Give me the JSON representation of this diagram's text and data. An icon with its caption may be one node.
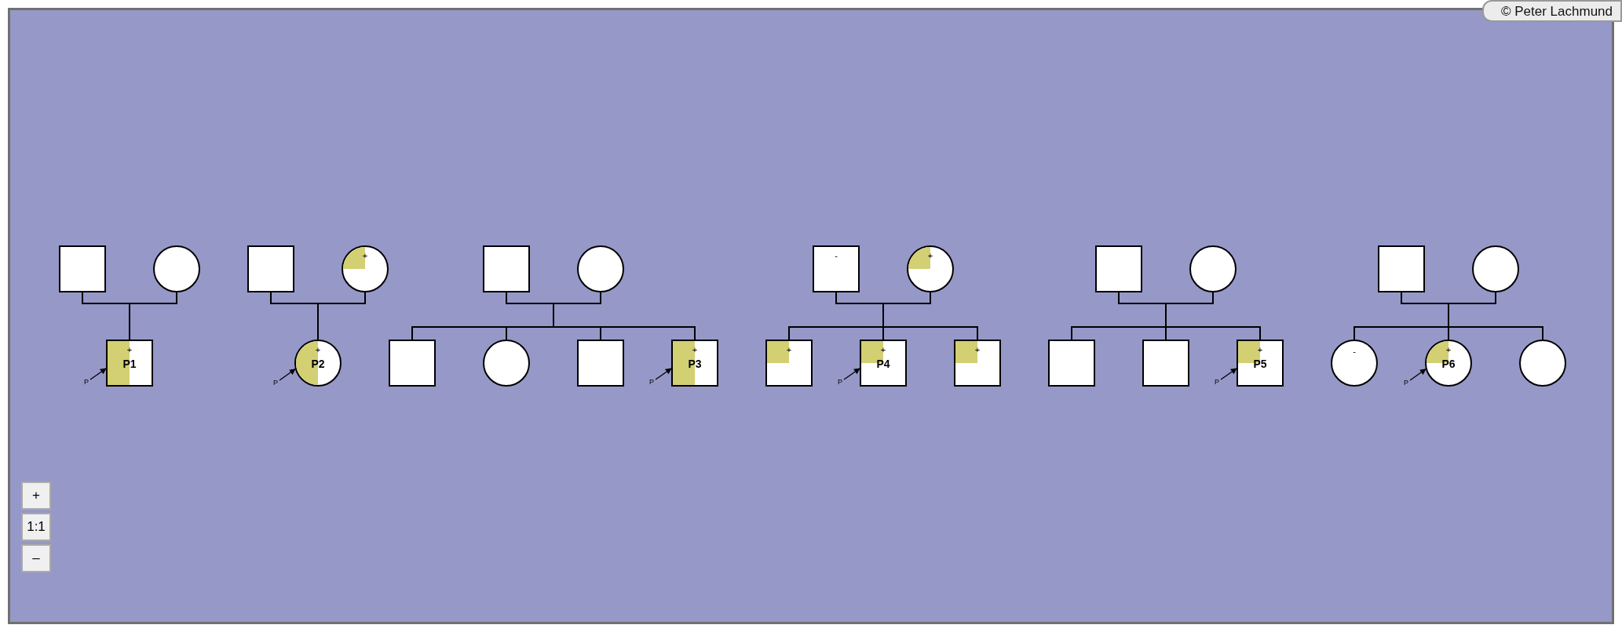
{
  "diagram": {
    "nodes": [
      {
        "text": [],
        "shape": "box"
      },
      {
        "text": [],
        "shape": "circle"
      },
      {
        "text": [
          "+",
          "P1"
        ]
      },
      {
        "text": [
          "P"
        ]
      },
      {
        "text": [],
        "shape": "box"
      },
      {
        "text": [
          "+"
        ]
      },
      {
        "text": [
          "+",
          "P2"
        ]
      },
      {
        "text": [
          "P"
        ]
      },
      {
        "text": [],
        "shape": "box"
      },
      {
        "text": [],
        "shape": "circle"
      },
      {
        "text": [],
        "shape": "box"
      },
      {
        "text": [],
        "shape": "circle"
      },
      {
        "text": [],
        "shape": "box"
      },
      {
        "text": [
          "+",
          "P3"
        ]
      },
      {
        "text": [
          "P"
        ]
      },
      {
        "text": [
          "-"
        ]
      },
      {
        "text": [
          "+"
        ]
      },
      {
        "text": [
          "+"
        ]
      },
      {
        "text": [
          "+",
          "P4"
        ]
      },
      {
        "text": [
          "+"
        ]
      },
      {
        "text": [
          "P"
        ]
      },
      {
        "text": [],
        "shape": "box"
      },
      {
        "text": [],
        "shape": "circle"
      },
      {
        "text": [],
        "shape": "box"
      },
      {
        "text": [],
        "shape": "box"
      },
      {
        "text": [
          "+",
          "P5"
        ]
      },
      {
        "text": [
          "P"
        ]
      },
      {
        "text": [],
        "shape": "box"
      },
      {
        "text": [],
        "shape": "circle"
      },
      {
        "text": [
          "-"
        ]
      },
      {
        "text": [
          "+",
          "P6"
        ]
      },
      {
        "text": [],
        "shape": "circle"
      },
      {
        "text": [
          "P"
        ]
      }
    ],
    "edges": [
      {
        "from": 0,
        "to": 1,
        "arrow": "none"
      },
      {
        "from": 0,
        "to": 2,
        "arrow": "none"
      },
      {
        "from": 1,
        "to": 2,
        "arrow": "none"
      },
      {
        "from": 3,
        "to": 2,
        "arrow": "to"
      },
      {
        "from": 4,
        "to": 5,
        "arrow": "none"
      },
      {
        "from": 4,
        "to": 6,
        "arrow": "none"
      },
      {
        "from": 5,
        "to": 6,
        "arrow": "none"
      },
      {
        "from": 7,
        "to": 6,
        "arrow": "to"
      },
      {
        "from": 8,
        "to": 9,
        "arrow": "none"
      },
      {
        "from": 8,
        "to": 10,
        "arrow": "none"
      },
      {
        "from": 9,
        "to": 10,
        "arrow": "none"
      },
      {
        "from": 8,
        "to": 11,
        "arrow": "none"
      },
      {
        "from": 9,
        "to": 11,
        "arrow": "none"
      },
      {
        "from": 8,
        "to": 12,
        "arrow": "none"
      },
      {
        "from": 9,
        "to": 12,
        "arrow": "none"
      },
      {
        "from": 8,
        "to": 13,
        "arrow": "none"
      },
      {
        "from": 9,
        "to": 13,
        "arrow": "none"
      },
      {
        "from": 14,
        "to": 13,
        "arrow": "to"
      },
      {
        "from": 15,
        "to": 16,
        "arrow": "none"
      },
      {
        "from": 15,
        "to": 17,
        "arrow": "none"
      },
      {
        "from": 16,
        "to": 17,
        "arrow": "none"
      },
      {
        "from": 15,
        "to": 18,
        "arrow": "none"
      },
      {
        "from": 16,
        "to": 18,
        "arrow": "none"
      },
      {
        "from": 15,
        "to": 19,
        "arrow": "none"
      },
      {
        "from": 16,
        "to": 19,
        "arrow": "none"
      },
      {
        "from": 20,
        "to": 18,
        "arrow": "to"
      },
      {
        "from": 21,
        "to": 22,
        "arrow": "none"
      },
      {
        "from": 21,
        "to": 23,
        "arrow": "none"
      },
      {
        "from": 22,
        "to": 23,
        "arrow": "none"
      },
      {
        "from": 21,
        "to": 24,
        "arrow": "none"
      },
      {
        "from": 22,
        "to": 24,
        "arrow": "none"
      },
      {
        "from": 21,
        "to": 25,
        "arrow": "none"
      },
      {
        "from": 22,
        "to": 25,
        "arrow": "none"
      },
      {
        "from": 26,
        "to": 25,
        "arrow": "to"
      },
      {
        "from": 27,
        "to": 28,
        "arrow": "none"
      },
      {
        "from": 27,
        "to": 29,
        "arrow": "none"
      },
      {
        "from": 28,
        "to": 29,
        "arrow": "none"
      },
      {
        "from": 27,
        "to": 30,
        "arrow": "none"
      },
      {
        "from": 28,
        "to": 30,
        "arrow": "none"
      },
      {
        "from": 27,
        "to": 31,
        "arrow": "none"
      },
      {
        "from": 28,
        "to": 31,
        "arrow": "none"
      },
      {
        "from": 32,
        "to": 30,
        "arrow": "to"
      }
    ],
    "labels": [
      "© Peter Lachmund",
      "+",
      "1:1",
      "–"
    ]
  }
}
